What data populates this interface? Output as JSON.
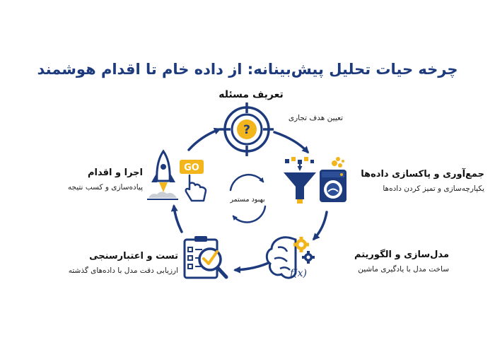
{
  "title": "چرخه حیات تحلیل پیش‌بینانه: از داده خام تا اقدام هوشمند",
  "center_label": "بهبود مستمر",
  "colors": {
    "navy": "#1d3a7c",
    "gold": "#f2b51b",
    "gray": "#c9ced6"
  },
  "icons": {
    "target": "target-question-icon",
    "data": "data-funnel-washer-icon",
    "model": "brain-gears-function-icon",
    "test": "clipboard-magnifier-icon",
    "launch": "rocket-go-icon",
    "cycle": "refresh-cycle-icon"
  },
  "steps": [
    {
      "title": "تعریف مسئله",
      "subtitle": "تعیین هدف تجاری"
    },
    {
      "title": "جمع‌آوری و پاکسازی داده‌ها",
      "subtitle": "یکپارچه‌سازی و تمیز کردن داده‌ها"
    },
    {
      "title": "مدل‌سازی و الگوریتم",
      "subtitle": "ساخت مدل با یادگیری ماشین"
    },
    {
      "title": "تست و اعتبارسنجی",
      "subtitle": "ارزیابی دقت مدل با داده‌های گذشته"
    },
    {
      "title": "اجرا و اقدام",
      "subtitle": "پیاده‌سازی و کسب نتیجه"
    }
  ],
  "go_label": "GO",
  "fx_label": "f(x)",
  "question_mark": "?"
}
